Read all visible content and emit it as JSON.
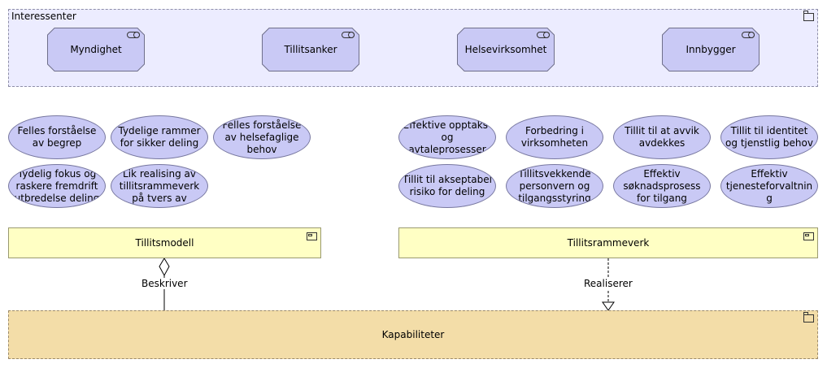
{
  "groups": {
    "interessenter": {
      "title": "Interessenter"
    },
    "kapabiliteter": {
      "title": "Kapabiliteter"
    }
  },
  "actors": [
    {
      "label": "Myndighet"
    },
    {
      "label": "Tillitsanker"
    },
    {
      "label": "Helsevirksomhet"
    },
    {
      "label": "Innbygger"
    }
  ],
  "left_goals": [
    {
      "label": "Felles forståelse av begrep"
    },
    {
      "label": "Tydelige rammer for sikker deling"
    },
    {
      "label": "Felles forståelse av helsefaglige behov"
    },
    {
      "label": "Tydelig fokus og raskere fremdrift utbredelse deling"
    },
    {
      "label": "Lik realising av tillitsrammeverk på tvers av"
    }
  ],
  "right_goals": [
    {
      "label": "Effektive opptaks- og avtaleprosesser"
    },
    {
      "label": "Forbedring i virksomheten"
    },
    {
      "label": "Tillit til at avvik avdekkes"
    },
    {
      "label": "Tillit til identitet og tjenstlig behov"
    },
    {
      "label": "Tillit til akseptabel risiko for deling"
    },
    {
      "label": "Tillitsvekkende personvern og tilgangsstyring"
    },
    {
      "label": "Effektiv søknadsprosess for tilgang"
    },
    {
      "label": "Effektiv tjenesteforvaltnin g"
    }
  ],
  "components": {
    "tillitsmodell": {
      "label": "Tillitsmodell"
    },
    "tillitsrammeverk": {
      "label": "Tillitsrammeverk"
    }
  },
  "relations": {
    "beskriver": {
      "label": "Beskriver"
    },
    "realiserer": {
      "label": "Realiserer"
    }
  },
  "colors": {
    "group_bg": "#ececff",
    "actor_fill": "#c9c9f5",
    "component_fill": "#ffffc4",
    "capability_fill": "#f3dda8"
  }
}
